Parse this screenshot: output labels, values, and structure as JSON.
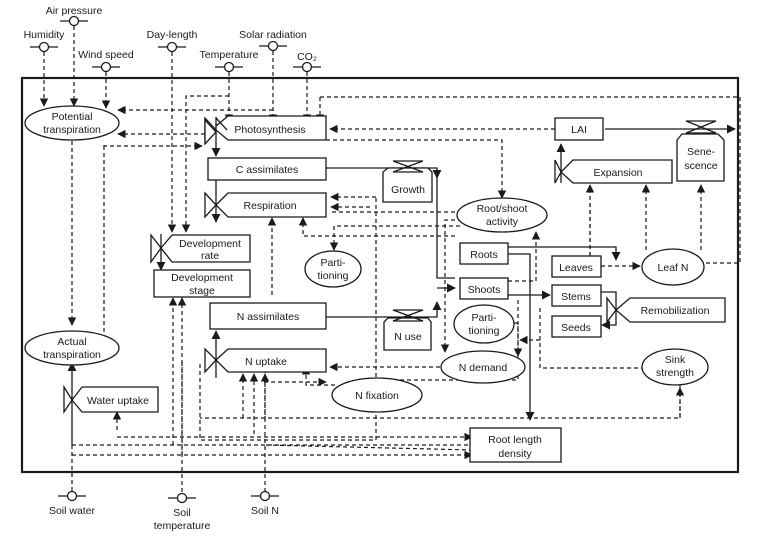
{
  "title": "Crop growth model relational diagram",
  "colors": {
    "line": "#1a1a1a",
    "background": "#ffffff"
  },
  "external_drivers": {
    "humidity": "Humidity",
    "air_pressure": "Air pressure",
    "wind_speed": "Wind speed",
    "day_length": "Day-length",
    "temperature": "Temperature",
    "solar_radiation": "Solar radiation",
    "co2": "CO₂",
    "soil_water": "Soil water",
    "soil_temperature": [
      "Soil",
      "temperature"
    ],
    "soil_n": "Soil N"
  },
  "states": {
    "c_assimilates": "C assimilates",
    "development_stage": [
      "Development",
      "stage"
    ],
    "n_assimilates": "N assimilates",
    "lai": "LAI",
    "roots": "Roots",
    "shoots": "Shoots",
    "leaves": "Leaves",
    "stems": "Stems",
    "seeds": "Seeds",
    "root_length_density": [
      "Root length",
      "density"
    ]
  },
  "rates": {
    "photosynthesis": "Photosynthesis",
    "respiration": "Respiration",
    "development_rate": [
      "Development",
      "rate"
    ],
    "n_uptake": "N uptake",
    "water_uptake": "Water uptake",
    "expansion": "Expansion",
    "remobilization": "Remobilization",
    "growth": "Growth",
    "n_use": "N use",
    "senescence": [
      "Sene-",
      "scence"
    ]
  },
  "auxiliaries": {
    "potential_transpiration": [
      "Potential",
      "transpiration"
    ],
    "actual_transpiration": [
      "Actual",
      "transpiration"
    ],
    "partitioning_c": [
      "Parti-",
      "tioning"
    ],
    "partitioning_n": [
      "Parti-",
      "tioning"
    ],
    "root_shoot_activity": [
      "Root/shoot",
      "activity"
    ],
    "leaf_n": "Leaf N",
    "n_demand": "N demand",
    "n_fixation": "N fixation",
    "sink_strength": [
      "Sink",
      "strength"
    ]
  }
}
